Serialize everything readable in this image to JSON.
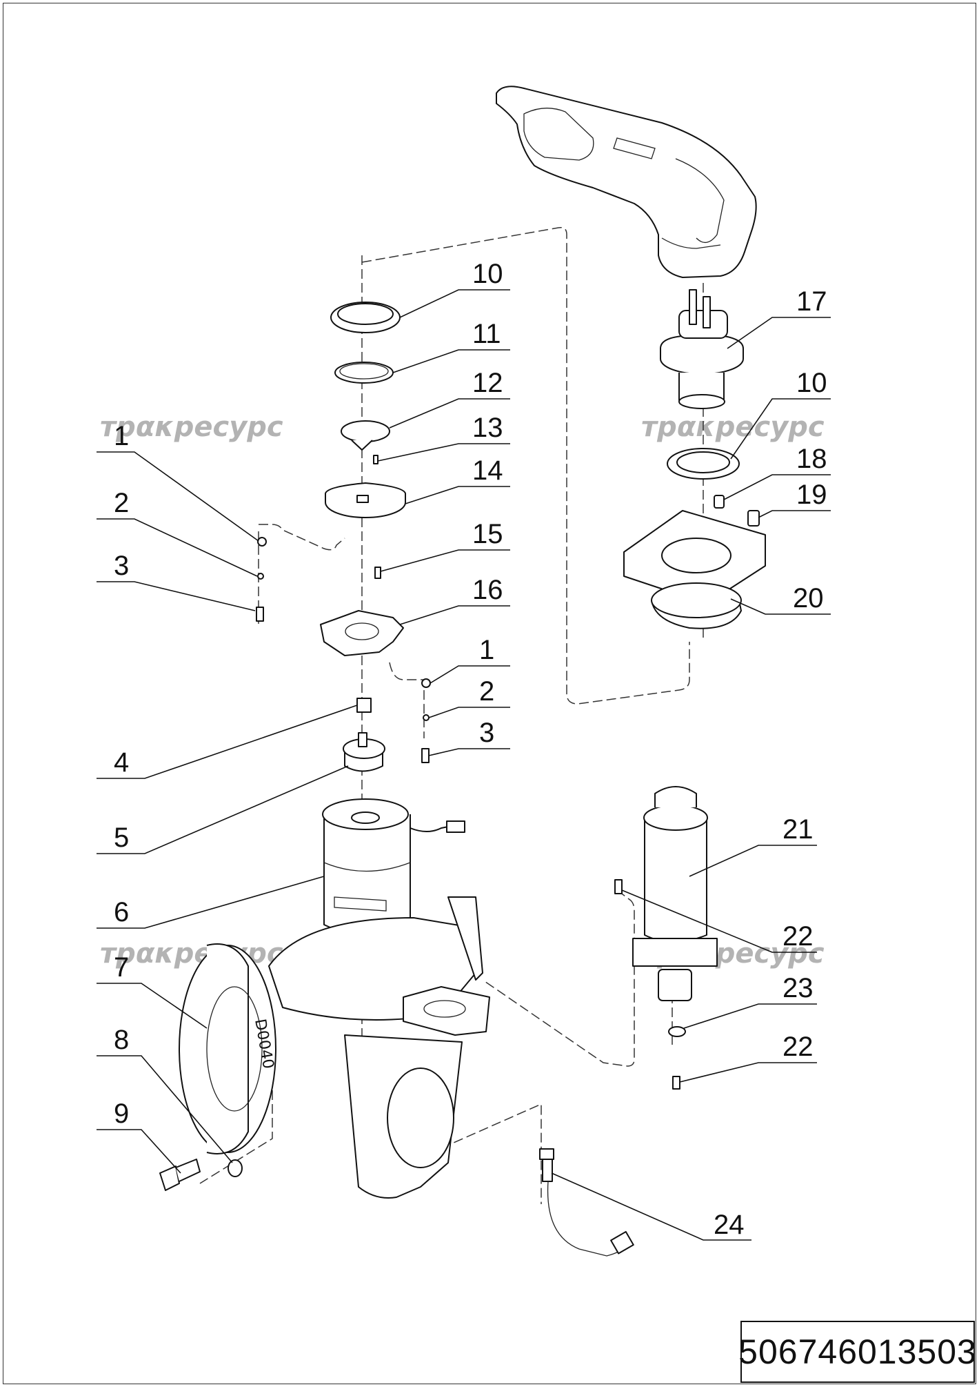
{
  "watermark": "трακресурс",
  "drawing_number": "506746013503",
  "labels": {
    "p1a": "1",
    "p2a": "2",
    "p3a": "3",
    "p4": "4",
    "p5": "5",
    "p6": "6",
    "p7": "7",
    "p8": "8",
    "p9": "9",
    "p10a": "10",
    "p11": "11",
    "p12": "12",
    "p13": "13",
    "p14": "14",
    "p15": "15",
    "p16": "16",
    "p1b": "1",
    "p2b": "2",
    "p3b": "3",
    "p17": "17",
    "p10b": "10",
    "p18": "18",
    "p19": "19",
    "p20": "20",
    "p21": "21",
    "p22a": "22",
    "p23": "23",
    "p22b": "22",
    "p24": "24"
  },
  "wheel_marking": "D0040"
}
